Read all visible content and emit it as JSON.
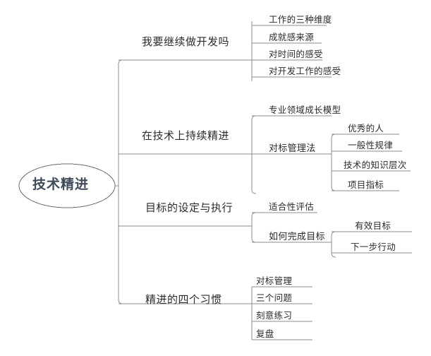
{
  "diagram": {
    "type": "mindmap",
    "orientation": "left-to-right",
    "colors": {
      "background": "#ffffff",
      "root_text": "#3f4b5b",
      "node_text": "#2b2b2b",
      "line": "#8c8c8c",
      "root_outline": "#6b6b6b"
    },
    "root": {
      "label": "技术精进"
    },
    "branches": [
      {
        "label": "我要继续做开发吗",
        "children": [
          {
            "label": "工作的三种维度"
          },
          {
            "label": "成就感来源"
          },
          {
            "label": "对时间的感受"
          },
          {
            "label": "对开发工作的感受"
          }
        ]
      },
      {
        "label": "在技术上持续精进",
        "children": [
          {
            "label": "专业领域成长模型"
          },
          {
            "label": "对标管理法",
            "children": [
              {
                "label": "优秀的人"
              },
              {
                "label": "一般性规律"
              },
              {
                "label": "技术的知识层次"
              },
              {
                "label": "项目指标"
              }
            ]
          }
        ]
      },
      {
        "label": "目标的设定与执行",
        "children": [
          {
            "label": "适合性评估"
          },
          {
            "label": "如何完成目标",
            "children": [
              {
                "label": "有效目标"
              },
              {
                "label": "下一步行动"
              }
            ]
          }
        ]
      },
      {
        "label": "精进的四个习惯",
        "children": [
          {
            "label": "对标管理"
          },
          {
            "label": "三个问题"
          },
          {
            "label": "刻意练习"
          },
          {
            "label": "复盘"
          }
        ]
      }
    ]
  }
}
